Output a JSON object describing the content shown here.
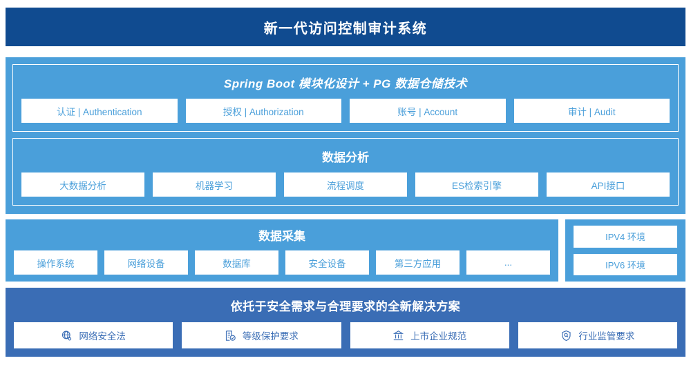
{
  "header": {
    "title": "新一代访问控制审计系统"
  },
  "platform": {
    "spring": {
      "heading": "Spring Boot 模块化设计 + PG 数据仓储技术",
      "cards": [
        "认证 | Authentication",
        "授权 | Authorization",
        "账号 | Account",
        "审计 | Audit"
      ]
    },
    "analysis": {
      "heading": "数据分析",
      "cards": [
        "大数据分析",
        "机器学习",
        "流程调度",
        "ES检索引擎",
        "API接口"
      ]
    }
  },
  "collection": {
    "heading": "数据采集",
    "cards": [
      "操作系统",
      "网络设备",
      "数据库",
      "安全设备",
      "第三方应用",
      "..."
    ],
    "environments": [
      "IPV4 环境",
      "IPV6 环境"
    ]
  },
  "solution": {
    "heading": "依托于安全需求与合理要求的全新解决方案",
    "cards": [
      {
        "label": "网络安全法",
        "icon": "globe-icon"
      },
      {
        "label": "等级保护要求",
        "icon": "document-check-icon"
      },
      {
        "label": "上市企业规范",
        "icon": "bank-icon"
      },
      {
        "label": "行业监管要求",
        "icon": "shield-search-icon"
      }
    ]
  },
  "colors": {
    "navy": "#104b90",
    "light_blue": "#4a9fda",
    "medium_blue": "#3a6db5",
    "card_bg": "#ffffff"
  }
}
